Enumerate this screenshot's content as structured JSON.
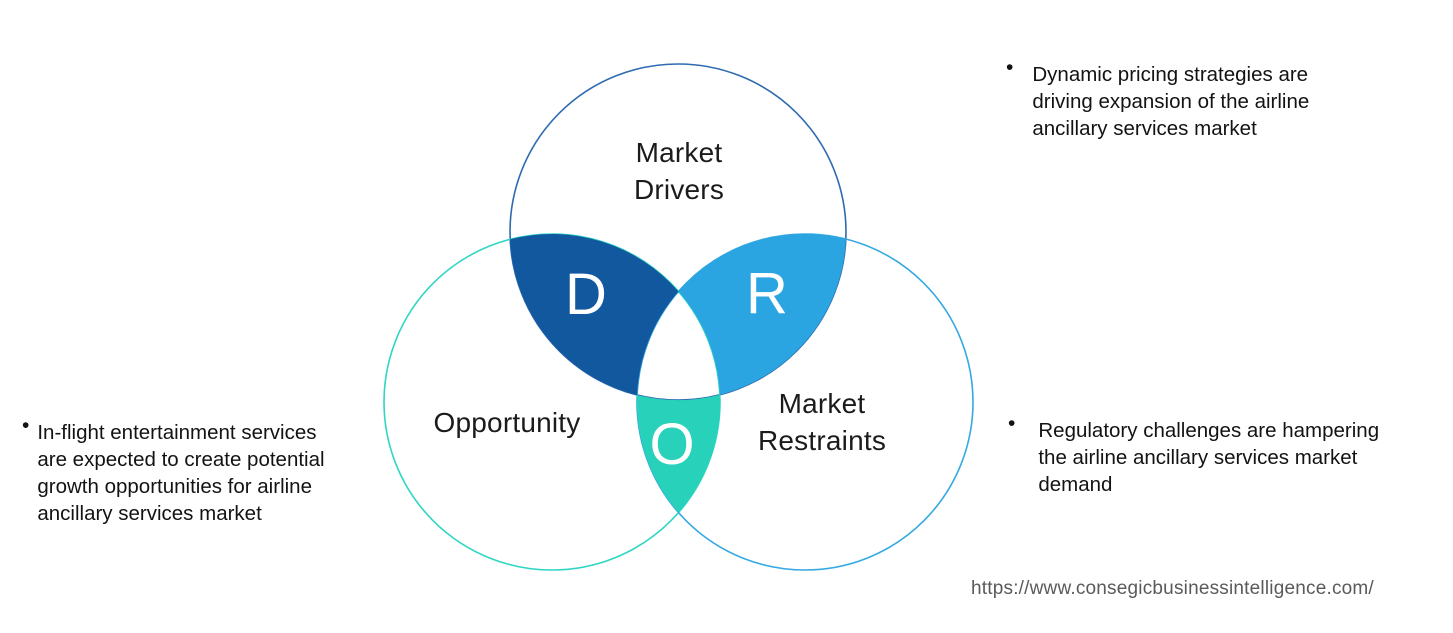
{
  "colors": {
    "drivers_stroke": "#2f6bb0",
    "drivers_fill": "#12589f",
    "opportunity_stroke": "#2fd6c3",
    "opportunity_fill": "#28d1ba",
    "restraints_stroke": "#35a9e1",
    "restraints_fill": "#2aa5e2"
  },
  "venn": {
    "drivers": {
      "label": "Market\nDrivers",
      "overlap_letter": "D"
    },
    "opportunity": {
      "label": "Opportunity",
      "overlap_letter": "O"
    },
    "restraints": {
      "label": "Market\nRestraints",
      "overlap_letter": "R"
    }
  },
  "notes": {
    "drivers": {
      "bullet": "•",
      "text": "Dynamic pricing strategies are\ndriving expansion of the airline\nancillary services market"
    },
    "opportunity": {
      "bullet": "•",
      "text": "In-flight entertainment services\nare expected to create potential\ngrowth opportunities for airline\nancillary services market"
    },
    "restraints": {
      "bullet": "•",
      "text": "Regulatory challenges are hampering\nthe airline ancillary services market\ndemand"
    }
  },
  "footer": {
    "url": "https://www.consegicbusinessintelligence.com/"
  }
}
